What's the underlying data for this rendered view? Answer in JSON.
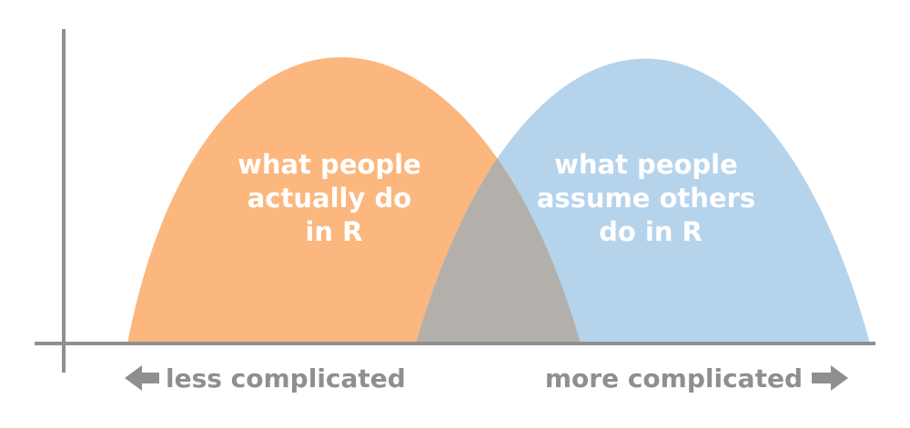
{
  "colors": {
    "background": "#ffffff",
    "axis": "#8f8f8f",
    "actual_curve": "#fbb77e",
    "assumed_curve": "#b6d3ec",
    "overlap": "#b3b0ab",
    "label_text": "#ffffff",
    "caption_text": "#8f8f8f"
  },
  "curves": {
    "actual": {
      "lines": [
        "what people",
        "actually do",
        "in R"
      ]
    },
    "assumed": {
      "lines": [
        "what people",
        "assume others",
        "do in R"
      ]
    }
  },
  "axis": {
    "left_caption": "less complicated",
    "right_caption": "more complicated",
    "left_arrow_icon": "arrow-left-icon",
    "right_arrow_icon": "arrow-right-icon"
  }
}
